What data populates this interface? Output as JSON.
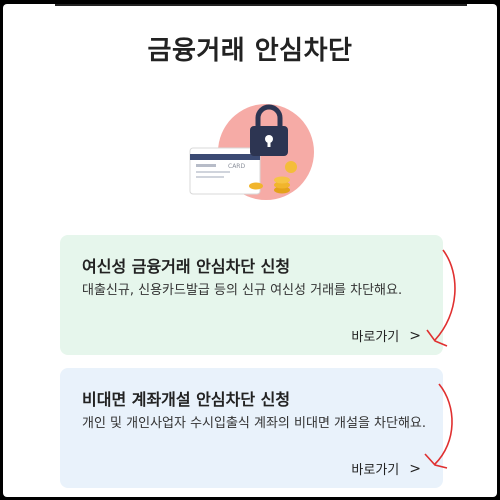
{
  "header": {
    "title": "금융거래 안심차단"
  },
  "illustration": {
    "icons": [
      "credit-card-icon",
      "lock-icon",
      "coins-icon"
    ],
    "card_label": "CARD"
  },
  "cards": [
    {
      "title": "여신성 금융거래 안심차단 신청",
      "description": "대출신규, 신용카드발급 등의 신규 여신성 거래를 차단해요.",
      "link_label": "바로가기",
      "link_icon": "chevron-right-icon",
      "bg": "#e6f6ec"
    },
    {
      "title": "비대면 계좌개설 안심차단 신청",
      "description": "개인 및 개인사업자 수시입출식 계좌의 비대면 개설을 차단해요.",
      "link_label": "바로가기",
      "link_icon": "chevron-right-icon",
      "bg": "#e9f2fb"
    }
  ],
  "annotations": {
    "arrow_color": "#e03030"
  }
}
